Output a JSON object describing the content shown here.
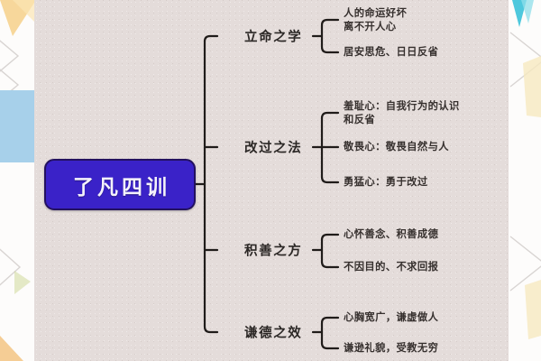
{
  "diagram": {
    "type": "mind-map",
    "title": "了凡四训",
    "root": {
      "label": "了凡四训",
      "color": "#3a22c8",
      "text_color": "#f4f2fb",
      "border_color": "#231160"
    },
    "branches": [
      {
        "label": "立命之学",
        "children": [
          "人的命运好坏\n离不开人心",
          "居安思危、日日反省"
        ]
      },
      {
        "label": "改过之法",
        "children": [
          "羞耻心：自我行为的认识\n和反省",
          "敬畏心：敬畏自然与人",
          "勇猛心：勇于改过"
        ]
      },
      {
        "label": "积善之方",
        "children": [
          "心怀善念、积善成德",
          "不因目的、不求回报"
        ]
      },
      {
        "label": "谦德之效",
        "children": [
          "心胸宽广，谦虚做人",
          "谦逊礼貌，受教无穷"
        ]
      }
    ]
  },
  "canvas": {
    "background_color": "#e4dcda",
    "outer_color": "#fdfcfb",
    "line_color": "#201c1a"
  },
  "decorations": {
    "blue_block_color": "#a7d0ea",
    "cyan_triangle_color": "#4ec8dd",
    "orange_triangle_color": "#f6d08a",
    "green_triangle_color": "#cfd99a",
    "yellow_band_color": "#f6e9c0",
    "diamond_outline_color": "#d8d4d2"
  }
}
